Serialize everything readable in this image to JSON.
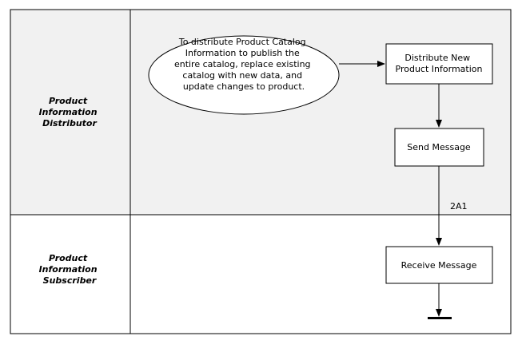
{
  "lanes": [
    {
      "id": "distributor",
      "label_lines": [
        "Product",
        "Information",
        "Distributor"
      ],
      "fill": "#f1f1f1"
    },
    {
      "id": "subscriber",
      "label_lines": [
        "Product",
        "Information",
        "Subscriber"
      ],
      "fill": "#ffffff"
    }
  ],
  "nodes": {
    "start_event": {
      "lines": [
        "To distribute Product Catalog",
        "Information to publish the",
        "entire catalog, replace existing",
        "catalog with new data, and",
        "update changes to product."
      ]
    },
    "distribute": {
      "lines": [
        "Distribute  New",
        "Product Information"
      ]
    },
    "send": {
      "lines": [
        "Send Message"
      ]
    },
    "receive": {
      "lines": [
        "Receive Message"
      ]
    }
  },
  "edges": {
    "send_to_receive": {
      "label": "2A1"
    }
  },
  "colors": {
    "line": "#000000",
    "lane_distributor": "#f1f1f1",
    "lane_subscriber": "#ffffff",
    "node_fill": "#ffffff"
  }
}
